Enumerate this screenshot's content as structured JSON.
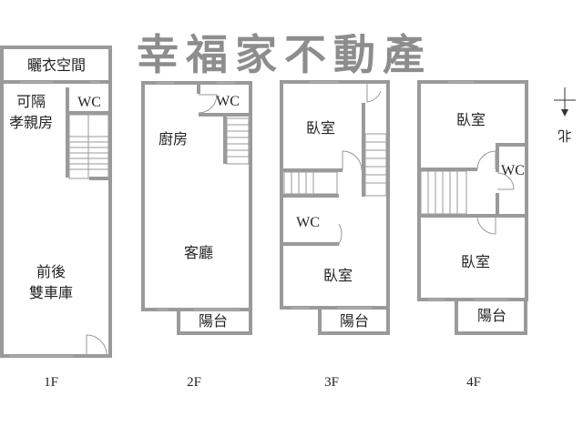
{
  "floors": [
    {
      "label": "1F",
      "rooms": [
        "曬衣空間",
        "可隔",
        "孝親房",
        "WC",
        "前後",
        "雙車庫"
      ]
    },
    {
      "label": "2F",
      "rooms": [
        "WC",
        "廚房",
        "客廳",
        "陽台"
      ]
    },
    {
      "label": "3F",
      "rooms": [
        "臥室",
        "WC",
        "臥室",
        "陽台"
      ]
    },
    {
      "label": "4F",
      "rooms": [
        "臥室",
        "WC",
        "臥室",
        "陽台"
      ]
    }
  ],
  "compass": {
    "label": "北"
  },
  "watermark": "幸福家不動產",
  "colors": {
    "wall": "#9a9a9a",
    "watermark": "#7a7a7a"
  }
}
